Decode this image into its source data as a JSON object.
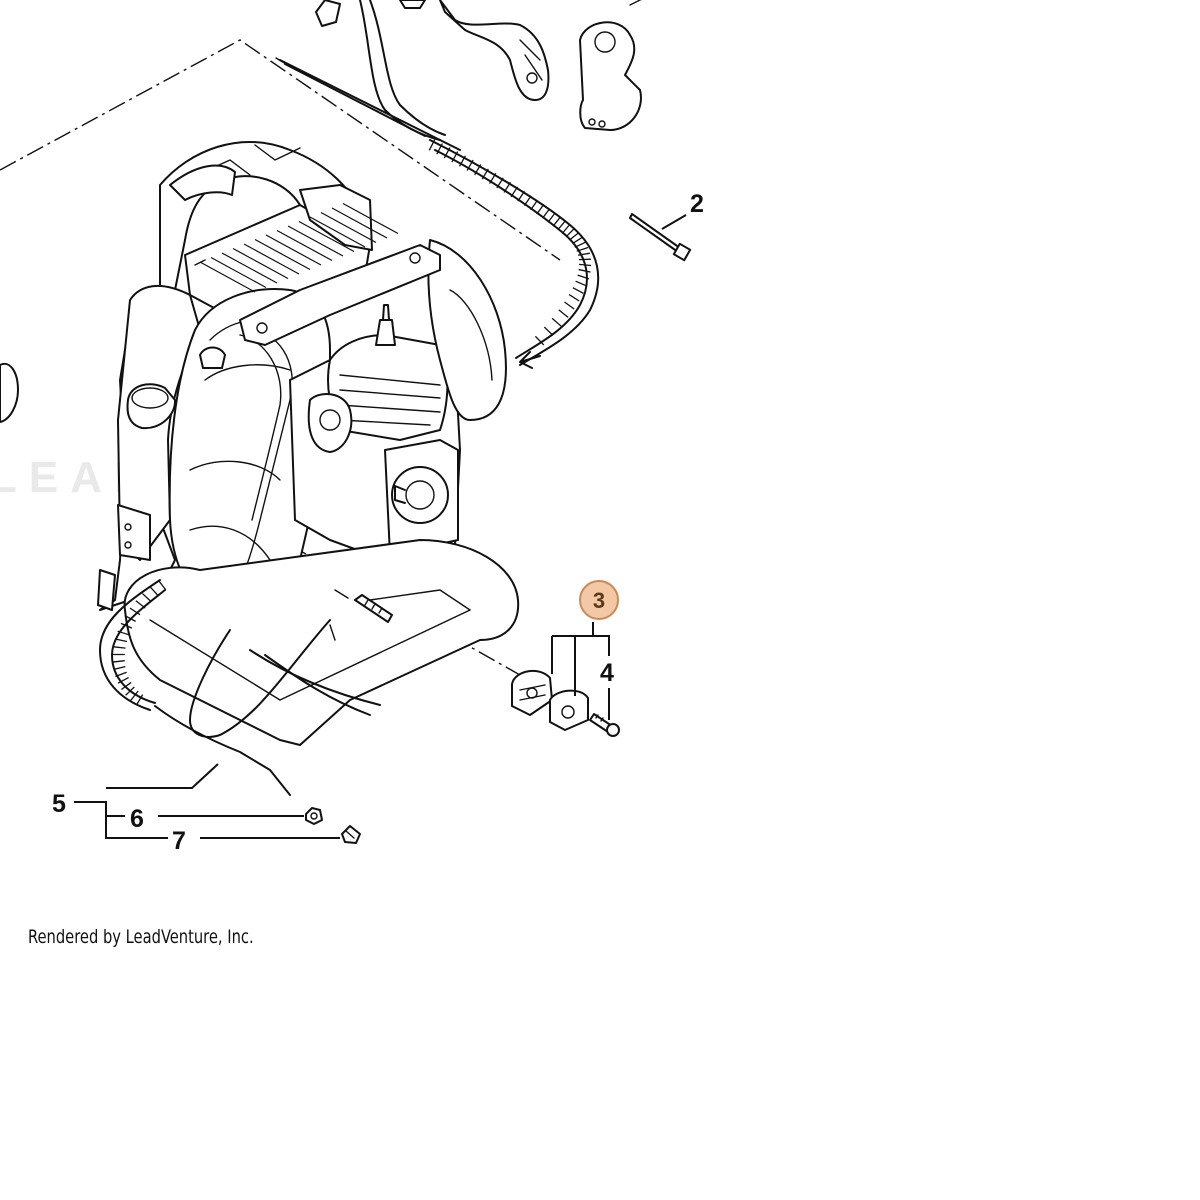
{
  "diagram": {
    "watermark": "LEADVENTURE",
    "callouts": {
      "c2": "2",
      "c3": "3",
      "c4": "4",
      "c5": "5",
      "c6": "6",
      "c7": "7"
    },
    "highlight": {
      "ref": "3",
      "fill": "#f3c8a4",
      "stroke": "#c98a5a"
    },
    "credit": "Rendered by LeadVenture, Inc."
  }
}
